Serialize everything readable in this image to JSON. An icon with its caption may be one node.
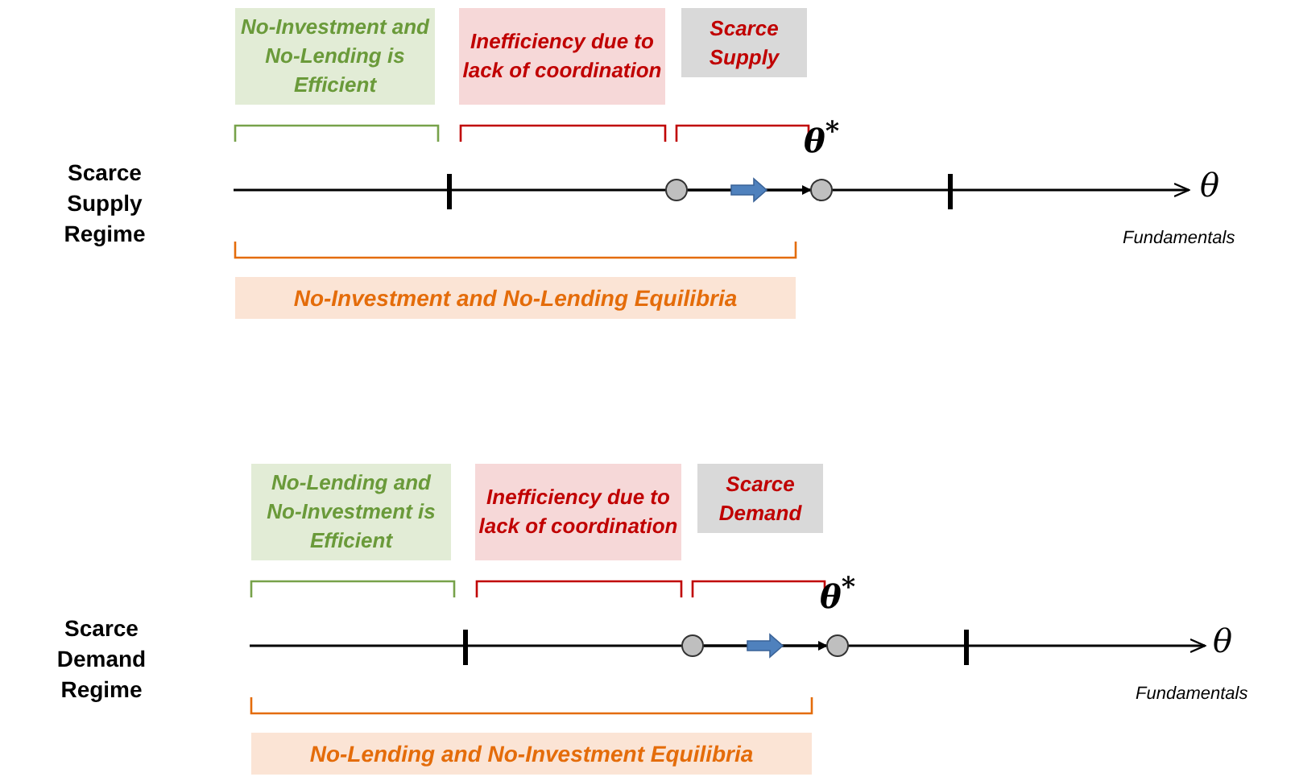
{
  "diagram": {
    "nodes": [
      {
        "text": [
          "No-Investment and No-Lending is Efficient"
        ]
      },
      {
        "text": [
          "Inefficiency due to lack of coordination"
        ]
      },
      {
        "text": [
          "Scarce Supply"
        ]
      },
      {
        "text": [],
        "shape": "circle"
      },
      {
        "text": [],
        "shape": "circle",
        "beside": [
          "θ$^{*}$"
        ]
      },
      {
        "text": [
          "No-Investment and No-Lending Equilibria"
        ]
      },
      {
        "text": [
          "No-Lending and No-Investment is Efficient"
        ]
      },
      {
        "text": [
          "Inefficiency due to lack of coordination"
        ]
      },
      {
        "text": [
          "Scarce Demand"
        ]
      },
      {
        "text": [],
        "shape": "circle"
      },
      {
        "text": [],
        "shape": "circle",
        "beside": [
          "θ$^{*}$"
        ]
      },
      {
        "text": [
          "No-Lending and No-Investment Equilibria"
        ]
      }
    ],
    "edges": [
      {
        "from": 3,
        "to": 4,
        "arrow": "to"
      },
      {
        "from": 9,
        "to": 10,
        "arrow": "to"
      }
    ],
    "labels": [
      "Scarce Supply Regime",
      "θ",
      "Fundamentals",
      "Scarce Demand Regime",
      "θ",
      "Fundamentals"
    ]
  }
}
